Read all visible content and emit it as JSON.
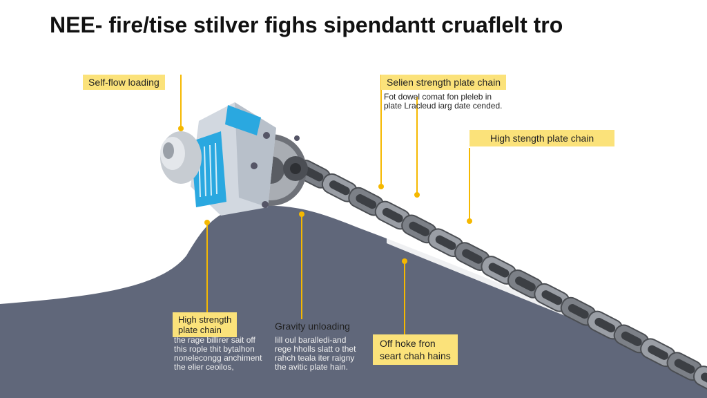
{
  "title": "NEE- fire/tise stilver fighs sipendantt cruaflelt tro",
  "labels": {
    "self_flow": "Self-flow loading",
    "strength_top": "Selien strength plate chain",
    "strength_top_note": "Fot dowel comat fon pleleb in\nplate Lracleud iarg date cended.",
    "strength_right": "High stength plate chain",
    "strength_bottom": "High strength\nplate chain",
    "strength_bottom_note": "the rage billirer sait off\nthis rople thit bytalhon\nnonelecongg anchiment\nthe elier ceoilos,",
    "gravity": "Gravity unloading",
    "gravity_note": "Iill oul baralledi-and\nrege hholls slatt o thet\nrahch teala iter raigny\nthe avitic plate hain.",
    "off_hoke": "Off hoke fron\nseart chah hains"
  },
  "colors": {
    "accent": "#f5b800",
    "label_bg": "#fbe27a",
    "ground": "#60677a",
    "chain": "#8b8f96",
    "motor_blue": "#2aa8e0"
  }
}
